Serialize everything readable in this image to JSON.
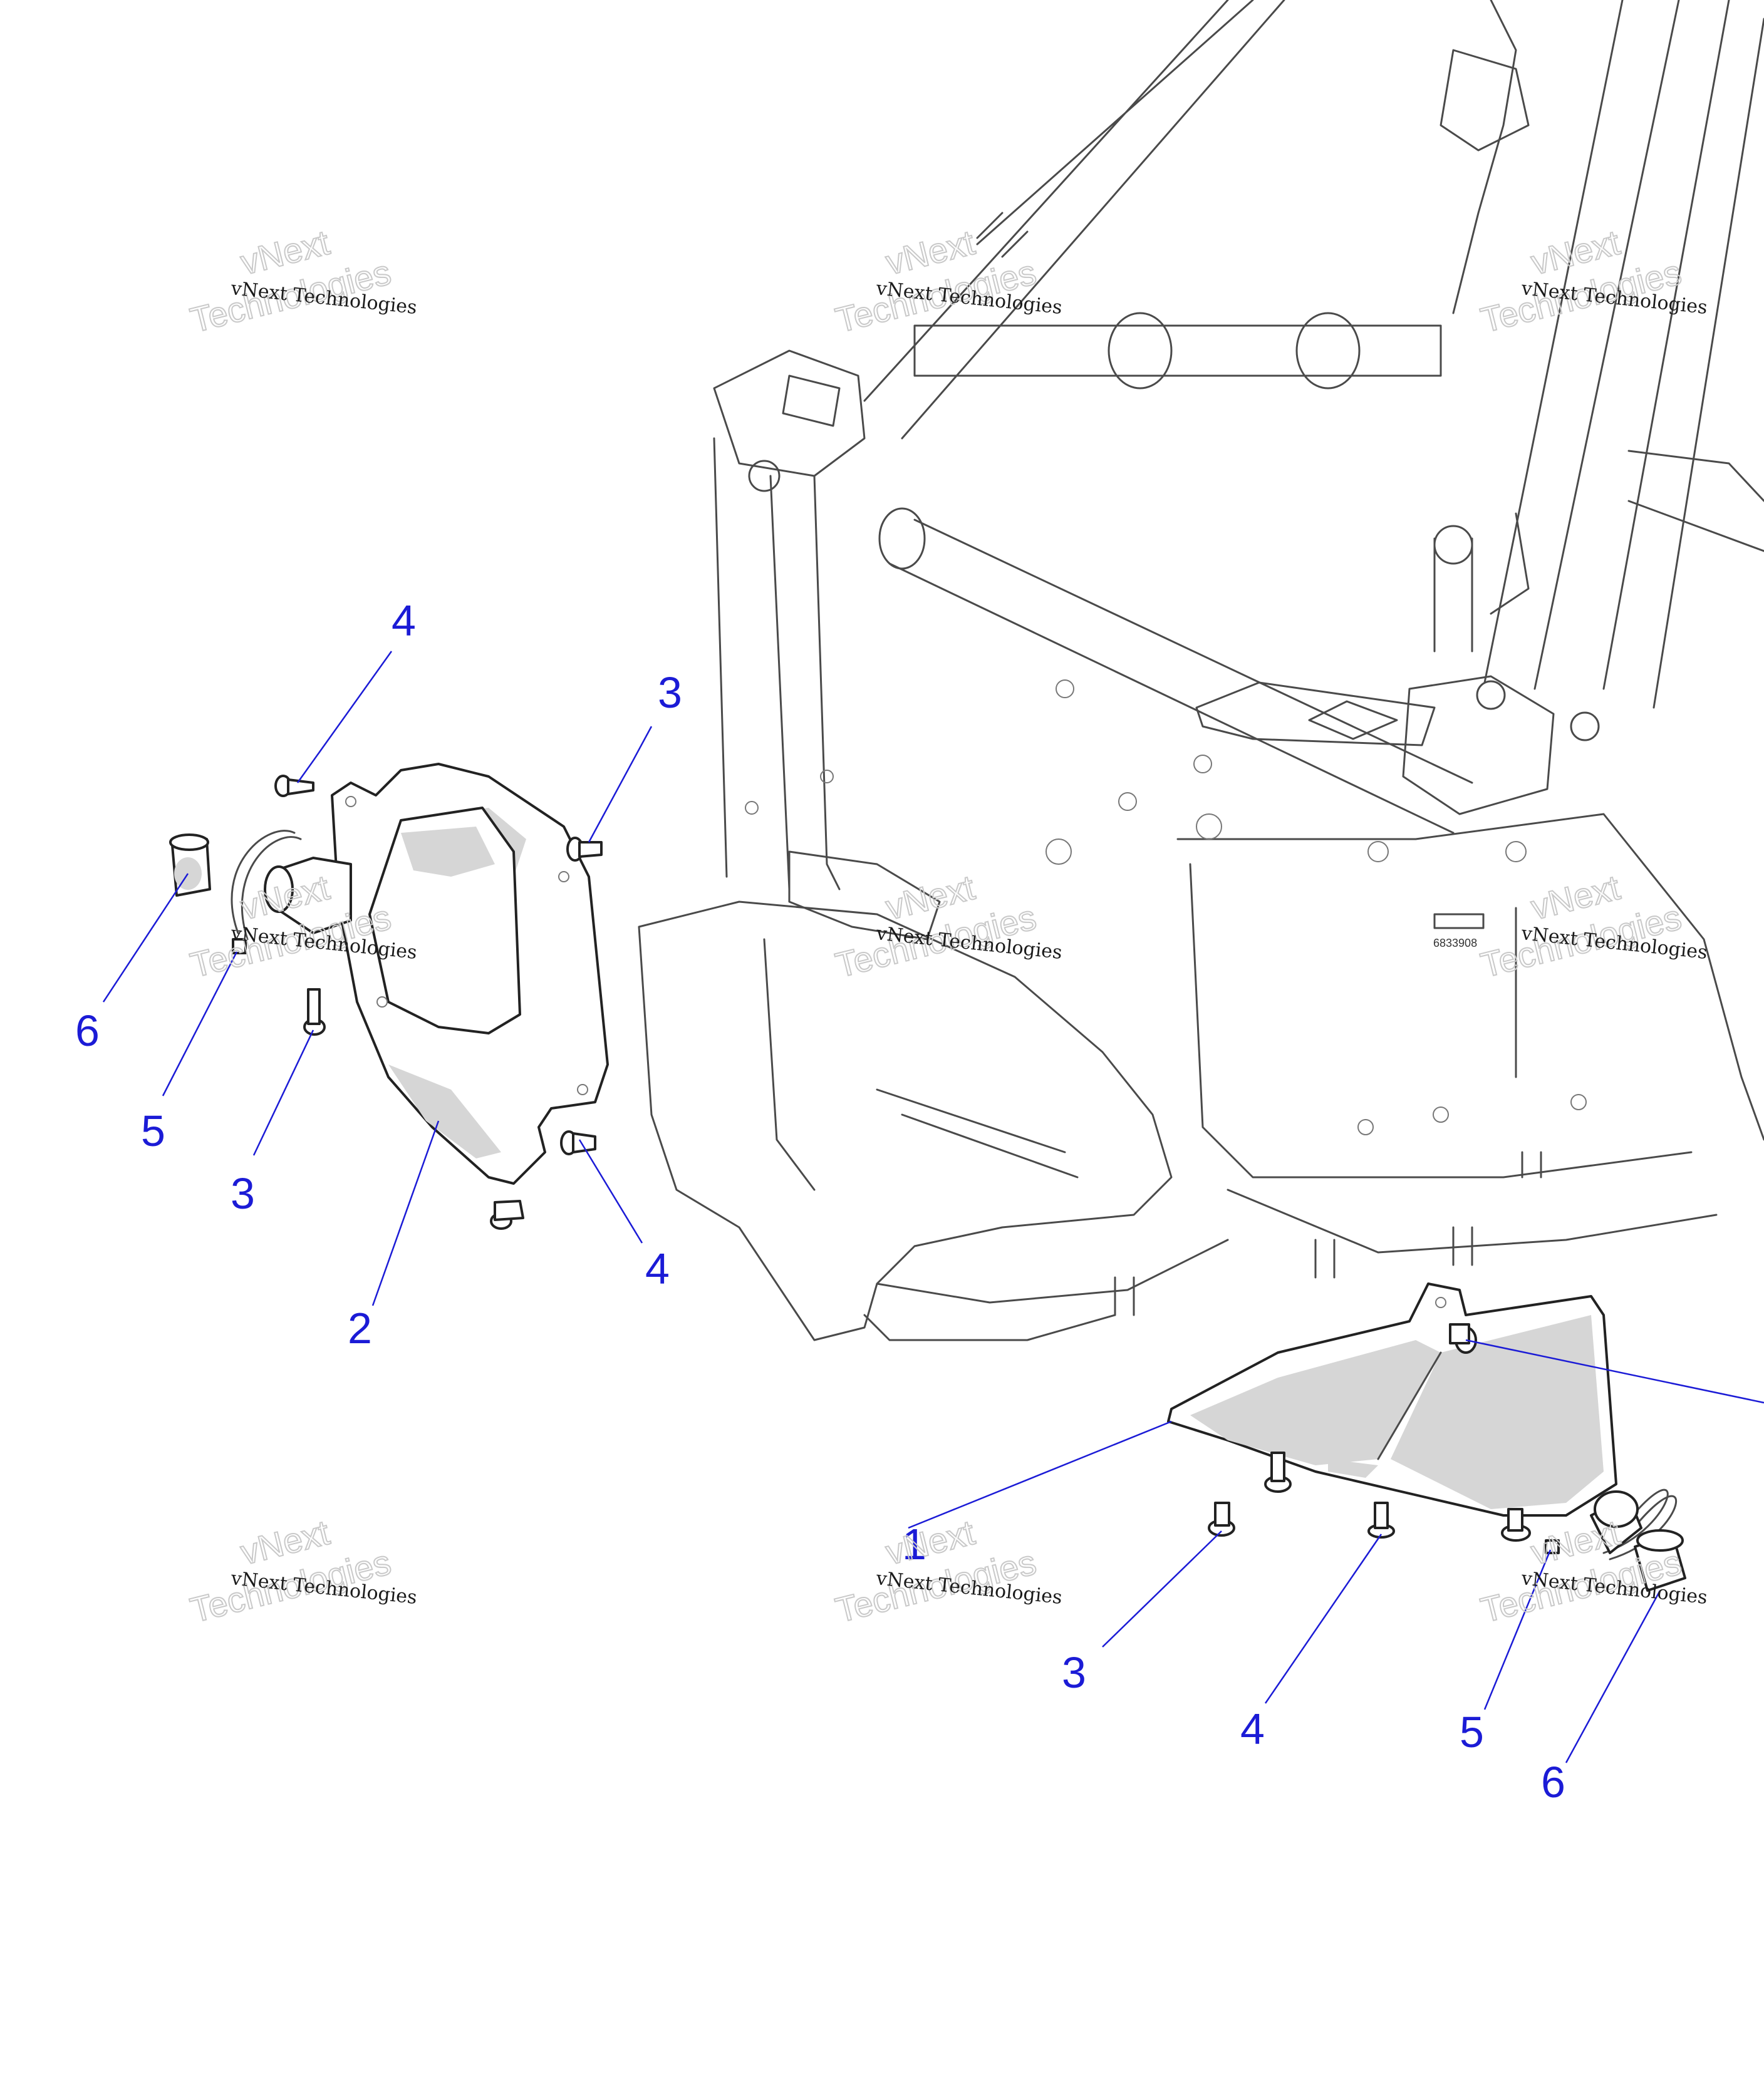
{
  "watermark": {
    "line_small": "vNext Technologies",
    "line_big_1": "vNext",
    "line_big_2": "Technologies"
  },
  "callouts": {
    "left": {
      "c4_top": "4",
      "c3_top": "3",
      "c6": "6",
      "c5": "5",
      "c3_bottom": "3",
      "c4_bottom": "4",
      "c2": "2"
    },
    "right": {
      "c1": "1",
      "c3": "3",
      "c4": "4",
      "c5": "5",
      "c6": "6"
    }
  },
  "decal_text": "6833908",
  "colors": {
    "callout": "#1b1bd6",
    "line_art": "#222222",
    "shade": "#d6d6d6"
  }
}
